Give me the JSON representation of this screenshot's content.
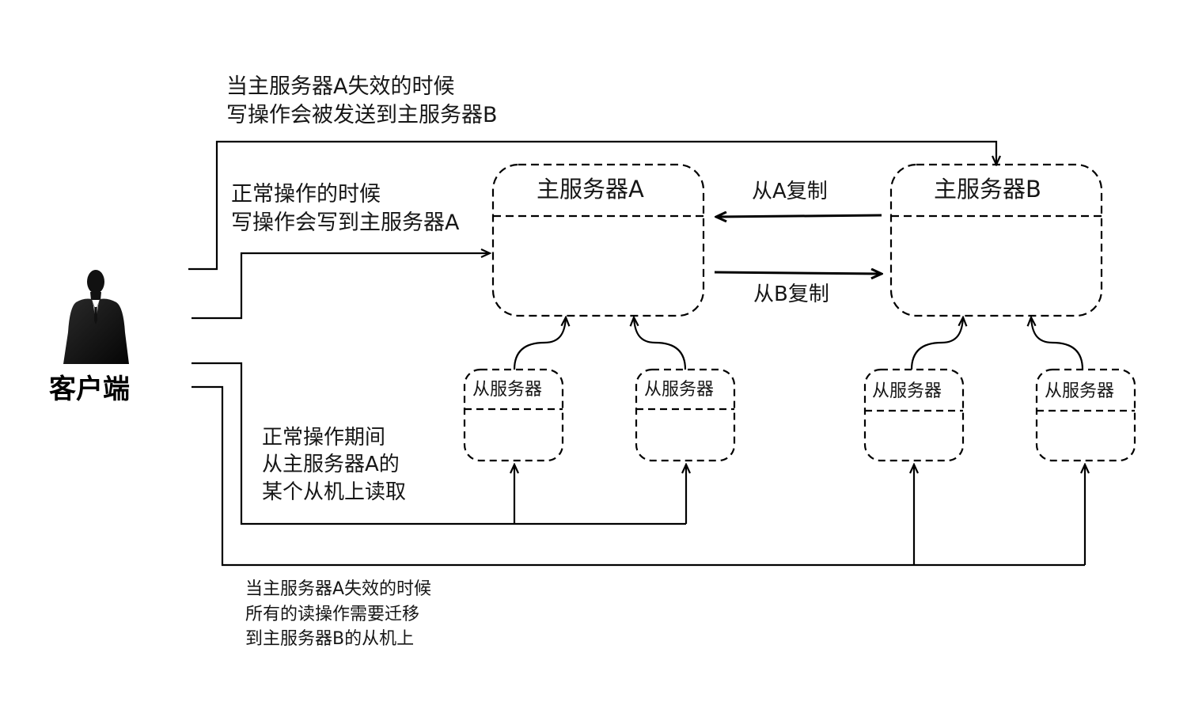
{
  "client": {
    "label": "客户端",
    "icon": "business-person-icon"
  },
  "masters": [
    {
      "title": "主服务器A"
    },
    {
      "title": "主服务器B"
    }
  ],
  "slaves": [
    {
      "title": "从服务器"
    },
    {
      "title": "从服务器"
    },
    {
      "title": "从服务器"
    },
    {
      "title": "从服务器"
    }
  ],
  "replication": {
    "from_a": "从A复制",
    "from_b": "从B复制"
  },
  "annotations": {
    "failover_write": "当主服务器A失效的时候\n写操作会被发送到主服务器B",
    "normal_write": "正常操作的时候\n写操作会写到主服务器A",
    "normal_read": "正常操作期间\n从主服务器A的\n某个从机上读取",
    "failover_read": "当主服务器A失效的时候\n所有的读操作需要迁移\n到主服务器B的从机上"
  },
  "colors": {
    "line": "#000000",
    "text": "#161616",
    "background": "#ffffff"
  }
}
